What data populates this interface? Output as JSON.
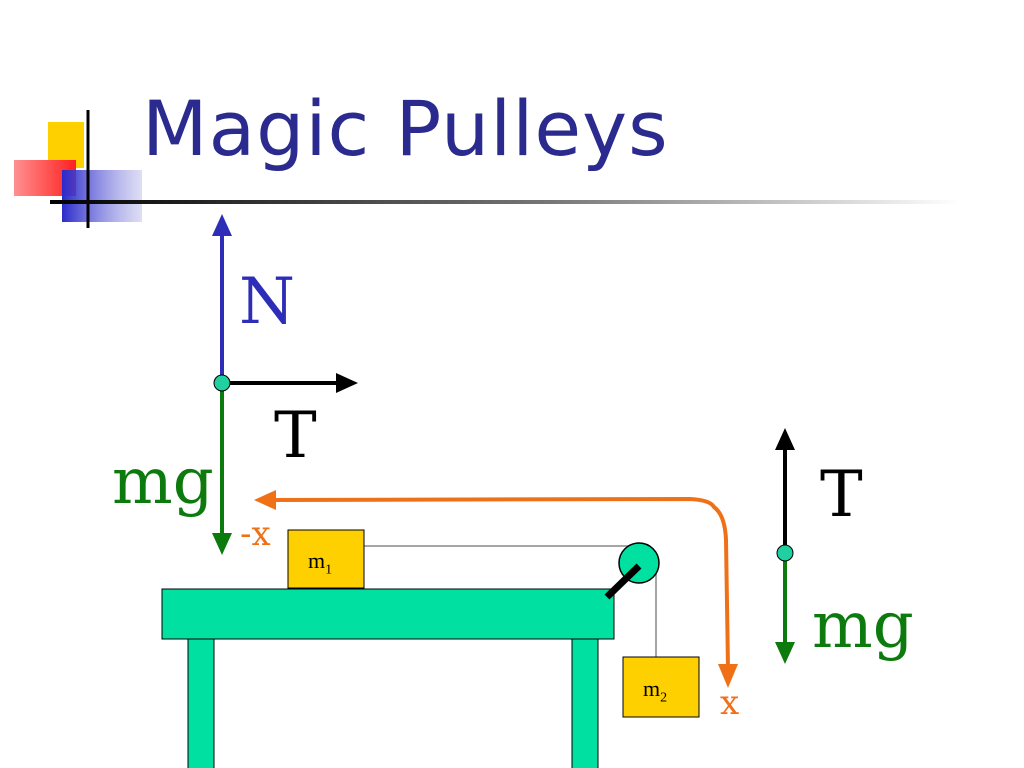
{
  "slide": {
    "title": "Magic Pulleys"
  },
  "diagram": {
    "forces_block1": {
      "normal_label": "N",
      "tension_label": "T",
      "weight_label": "mg"
    },
    "forces_block2": {
      "tension_label": "T",
      "weight_label": "mg"
    },
    "coordinate": {
      "negative_label": "-x",
      "positive_label": "x"
    },
    "blocks": {
      "m1": {
        "symbol": "m",
        "subscript": "1"
      },
      "m2": {
        "symbol": "m",
        "subscript": "2"
      }
    },
    "colors": {
      "title": "#2b2b8f",
      "normal_force": "#2d2db8",
      "tension": "#000000",
      "weight": "#0d7a0d",
      "axis": "#f07018",
      "table": "#00e0a0",
      "block": "#ffd000",
      "pulley": "#00e0a0"
    }
  }
}
